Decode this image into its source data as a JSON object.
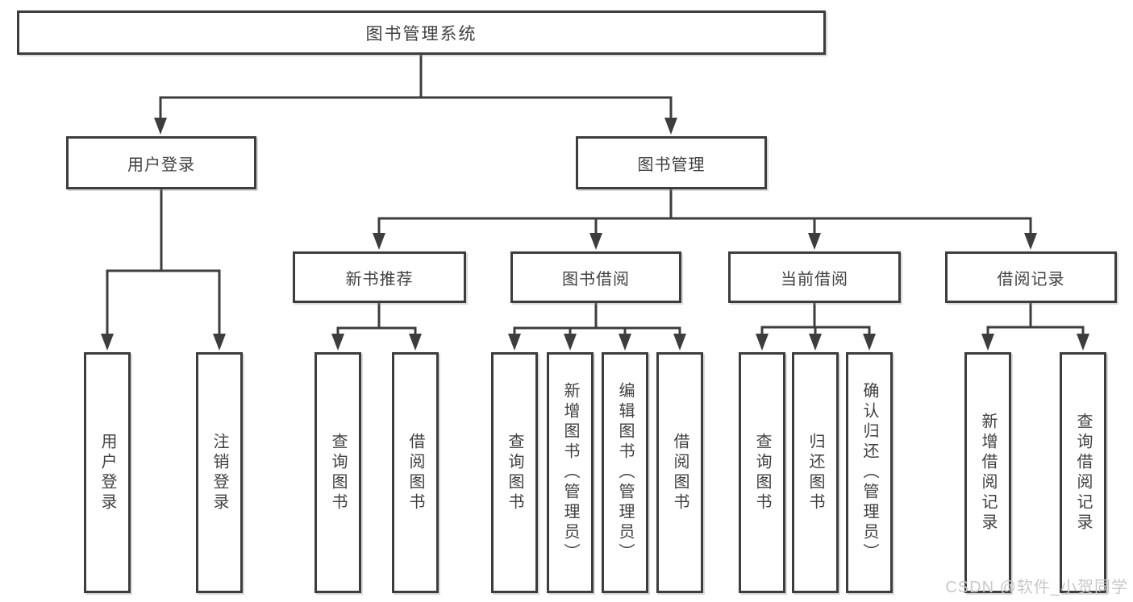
{
  "diagram": {
    "type": "hierarchy-tree",
    "root": "图书管理系统",
    "user_login": {
      "label": "用户登录",
      "children": [
        "用户登录",
        "注销登录"
      ]
    },
    "book_management": {
      "label": "图书管理",
      "groups": [
        {
          "label": "新书推荐",
          "children": [
            "查询图书",
            "借阅图书"
          ]
        },
        {
          "label": "图书借阅",
          "children": [
            "查询图书",
            "新增图书（管理员）",
            "编辑图书（管理员）",
            "借阅图书"
          ]
        },
        {
          "label": "当前借阅",
          "children": [
            "查询图书",
            "归还图书",
            "确认归还（管理员）"
          ]
        },
        {
          "label": "借阅记录",
          "children": [
            "新增借阅记录",
            "查询借阅记录"
          ]
        }
      ]
    }
  },
  "watermark": {
    "text": "CSDN @软件_小贺同学"
  },
  "colors": {
    "line": "#3d3d3d",
    "border": "#3d3d3d",
    "text": "#414141",
    "watermark": "#c9c9c9",
    "background": "#ffffff"
  }
}
